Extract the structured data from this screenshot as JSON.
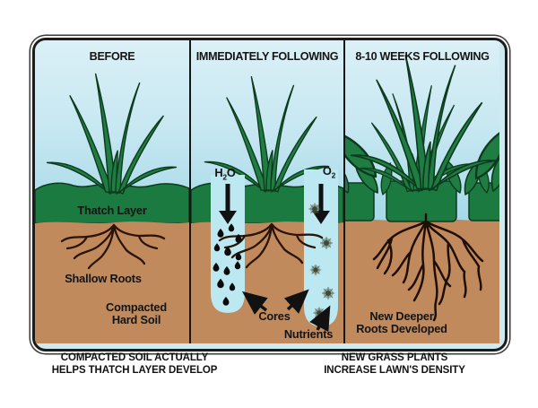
{
  "colors": {
    "sky_top": "#dbf0f7",
    "sky_bottom": "#9bd1e1",
    "grass_green": "#1e7b41",
    "grass_outline": "#0d3a1e",
    "soil_brown": "#c18a5c",
    "core_hole_blue": "#bce8f2",
    "root_brown": "#241004",
    "ink_black": "#111111",
    "frame_border": "#1c1c1c"
  },
  "panels": [
    {
      "title": "BEFORE",
      "labels": {
        "thatch_layer": "Thatch Layer",
        "shallow_roots": "Shallow Roots",
        "compacted_line1": "Compacted",
        "compacted_line2": "Hard Soil"
      }
    },
    {
      "title": "IMMEDIATELY FOLLOWING",
      "labels": {
        "h2o_pre": "H",
        "h2o_sub": "2",
        "h2o_post": "O",
        "o2_pre": "O",
        "o2_sub": "2",
        "cores": "Cores",
        "nutrients": "Nutrients"
      }
    },
    {
      "title": "8-10 WEEKS FOLLOWING",
      "labels": {
        "new_deeper_line1": "New Deeper",
        "new_deeper_line2": "Roots Developed"
      }
    }
  ],
  "captions": {
    "left_line1": "COMPACTED SOIL ACTUALLY",
    "left_line2": "HELPS THATCH LAYER DEVELOP",
    "right_line1": "NEW GRASS PLANTS",
    "right_line2": "INCREASE LAWN'S DENSITY"
  }
}
